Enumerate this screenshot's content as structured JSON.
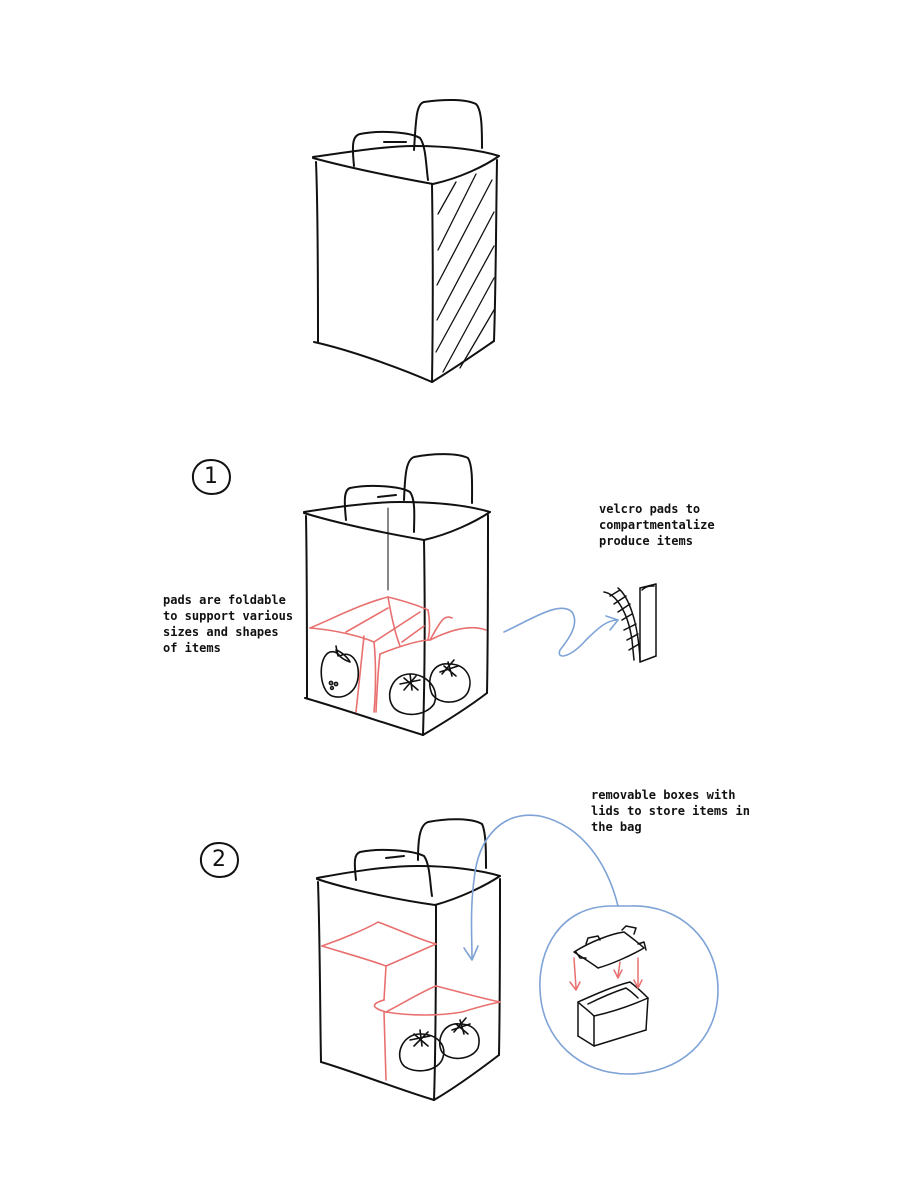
{
  "colors": {
    "ink": "#111111",
    "pads": "#e8706f",
    "arrow": "#7fa3d6",
    "background": "#ffffff"
  },
  "steps": [
    {
      "number": "1",
      "notes": [
        "pads are foldable\nto support various\nsizes and shapes\nof items",
        "velcro pads to\ncompartmentalize\nproduce items"
      ]
    },
    {
      "number": "2",
      "notes": [
        "removable boxes with\nlids to store items in\nthe bag"
      ]
    }
  ]
}
